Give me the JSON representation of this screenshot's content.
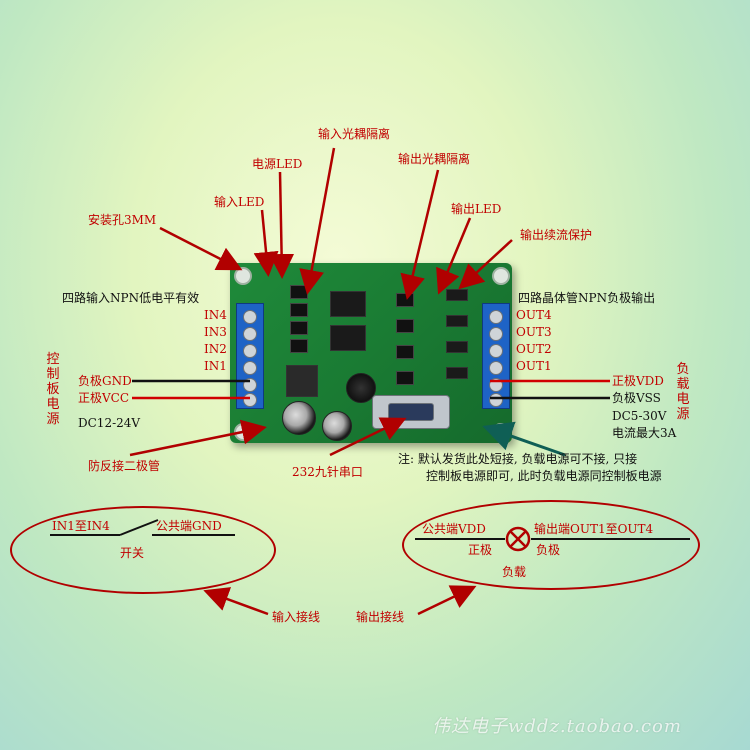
{
  "callouts": {
    "mount_hole": "安装孔3MM",
    "input_led": "输入LED",
    "power_led": "电源LED",
    "input_opto": "输入光耦隔离",
    "output_opto": "输出光耦隔离",
    "output_led": "输出LED",
    "freewheel": "输出续流保护"
  },
  "left": {
    "title": "四路输入NPN低电平有效",
    "inputs": [
      "IN4",
      "IN3",
      "IN2",
      "IN1"
    ],
    "vertical_label": "控制板电源",
    "gnd": "负极GND",
    "vcc": "正极VCC",
    "voltage": "DC12-24V",
    "reverse_diode": "防反接二极管"
  },
  "right": {
    "title": "四路晶体管NPN负极输出",
    "outputs": [
      "OUT4",
      "OUT3",
      "OUT2",
      "OUT1"
    ],
    "vdd": "正极VDD",
    "vss": "负极VSS",
    "vertical_label": "负载电源",
    "voltage": "DC5-30V",
    "current": "电流最大3A"
  },
  "serial": "232九针串口",
  "note": {
    "line1": "注: 默认发货此处短接, 负载电源可不接, 只接",
    "line2": "控制板电源即可, 此时负载电源同控制板电源"
  },
  "input_diagram": {
    "left_label": "IN1至IN4",
    "right_label": "公共端GND",
    "switch_label": "开关",
    "caption": "输入接线"
  },
  "output_diagram": {
    "vdd_label": "公共端VDD",
    "out_label": "输出端OUT1至OUT4",
    "pos_label": "正极",
    "neg_label": "负极",
    "load_label": "负载",
    "caption": "输出接线"
  },
  "watermark": "伟达电子wddz.taobao.com",
  "colors": {
    "label_red": "#c10000",
    "pcb_green": "#1a7b33",
    "terminal_blue": "#1e63c6",
    "arrow_red": "#b10000",
    "arrow_teal": "#0f5f55"
  }
}
